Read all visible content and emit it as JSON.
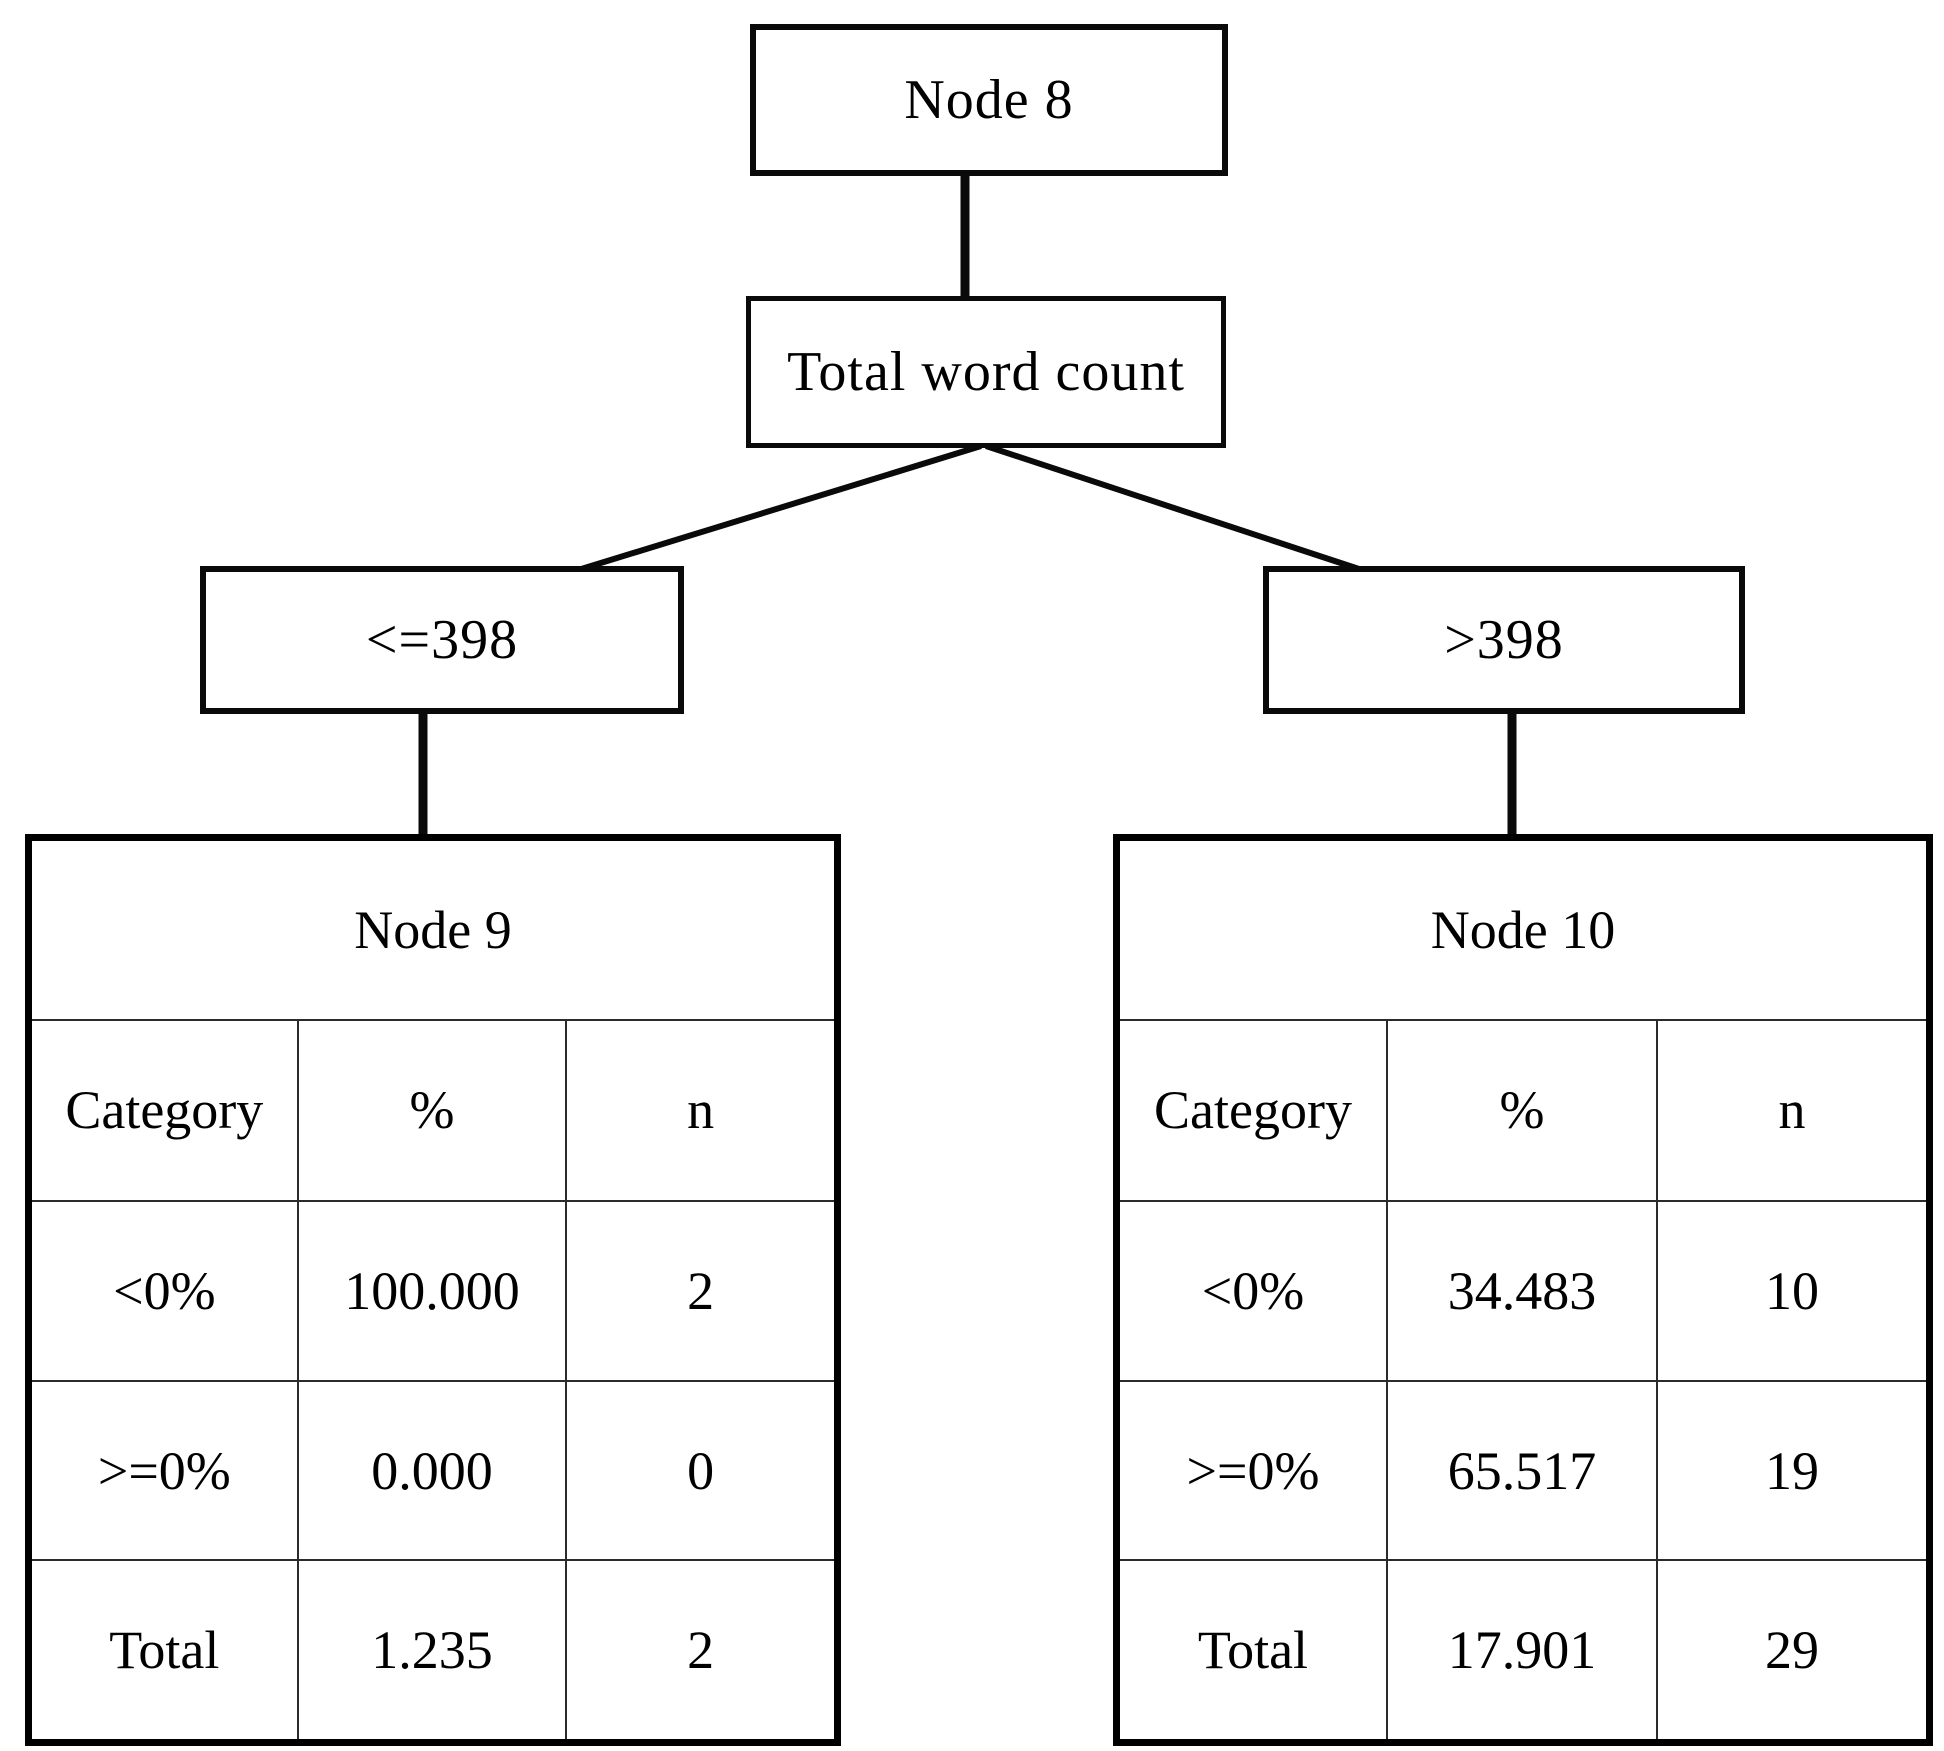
{
  "tree": {
    "root_label": "Node 8",
    "split_variable": "Total word count",
    "colors": {
      "line": "#000000",
      "background": "#ffffff",
      "text": "#000000"
    },
    "branches": [
      {
        "condition": "<=398",
        "node": {
          "title": "Node 9",
          "columns": [
            "Category",
            "%",
            "n"
          ],
          "rows": [
            [
              "<0%",
              "100.000",
              "2"
            ],
            [
              ">=0%",
              "0.000",
              "0"
            ],
            [
              "Total",
              "1.235",
              "2"
            ]
          ]
        }
      },
      {
        "condition": ">398",
        "node": {
          "title": "Node 10",
          "columns": [
            "Category",
            "%",
            "n"
          ],
          "rows": [
            [
              "<0%",
              "34.483",
              "10"
            ],
            [
              ">=0%",
              "65.517",
              "19"
            ],
            [
              "Total",
              "17.901",
              "29"
            ]
          ]
        }
      }
    ]
  }
}
